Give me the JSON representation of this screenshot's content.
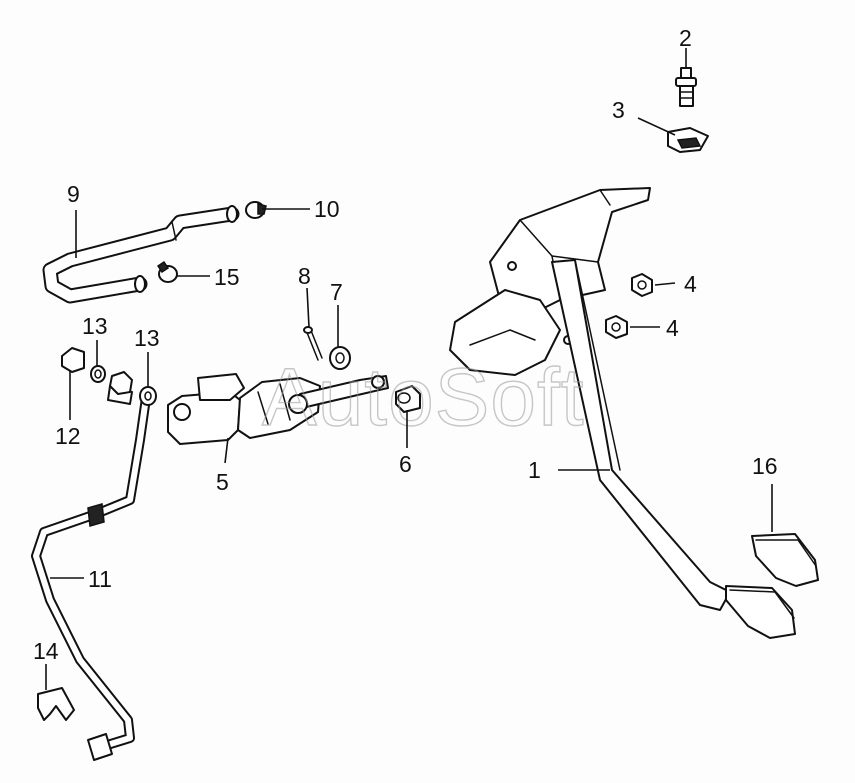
{
  "watermark": "AutoSoft",
  "callouts": {
    "c1": "1",
    "c2": "2",
    "c3": "3",
    "c4a": "4",
    "c4b": "4",
    "c5": "5",
    "c6": "6",
    "c7": "7",
    "c8": "8",
    "c9": "9",
    "c10": "10",
    "c11": "11",
    "c12": "12",
    "c13a": "13",
    "c13b": "13",
    "c14": "14",
    "c15": "15",
    "c16": "16"
  }
}
